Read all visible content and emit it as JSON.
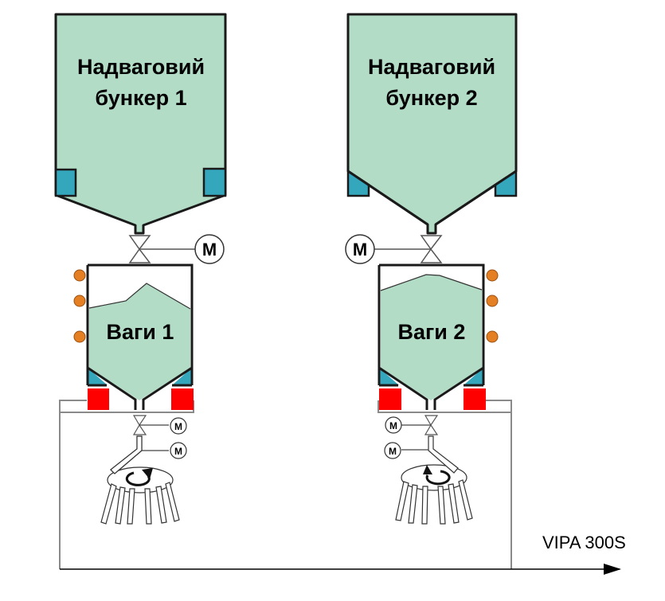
{
  "diagram": {
    "colors": {
      "tank_fill": "#b3dcc6",
      "outline": "#1a1a1a",
      "support_blue": "#35a7bd",
      "load_cell_red": "#ff0000",
      "level_sensor_orange": "#e57f24",
      "wire_gray": "#8a8a8a"
    },
    "hoppers": [
      {
        "line1": "Надваговий",
        "line2": "бункер 1"
      },
      {
        "line1": "Надваговий",
        "line2": "бункер 2"
      }
    ],
    "scales": [
      {
        "label": "Ваги 1"
      },
      {
        "label": "Ваги 2"
      }
    ],
    "motor_label": "M",
    "plc_label": "VIPA 300S"
  }
}
